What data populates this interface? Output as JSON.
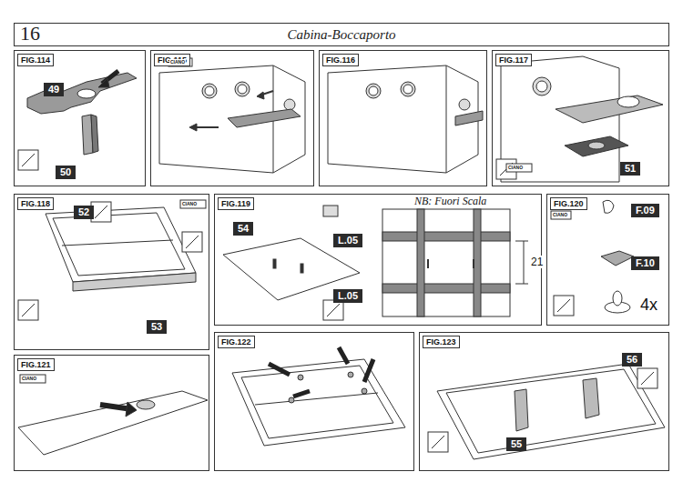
{
  "diagram": {
    "nodes": [
      {
        "text": [
          "16",
          "Cabina-Boccaporto"
        ]
      },
      {
        "text": [
          "FIG.114"
        ]
      },
      {
        "text": [
          "49"
        ],
        "in": 1
      },
      {
        "text": [
          "50"
        ],
        "in": 1
      },
      {
        "text": [
          "FIG.115"
        ]
      },
      {
        "text": [
          "FIG.116"
        ]
      },
      {
        "text": [
          "FIG.117"
        ]
      },
      {
        "text": [
          "51"
        ],
        "in": 6
      },
      {
        "text": [
          "FIG.118"
        ]
      },
      {
        "text": [
          "52"
        ],
        "in": 8
      },
      {
        "text": [
          "53"
        ],
        "in": 8
      },
      {
        "text": [
          "FIG.119"
        ]
      },
      {
        "text": [
          "54"
        ],
        "in": 11
      },
      {
        "text": [
          "L.05"
        ],
        "in": 11
      },
      {
        "text": [
          "L.05"
        ],
        "in": 11
      },
      {
        "text": [
          "FIG.120"
        ]
      },
      {
        "text": [
          "F.09"
        ],
        "in": 15
      },
      {
        "text": [
          "F.10"
        ],
        "in": 15
      },
      {
        "text": [
          "FIG.121"
        ]
      },
      {
        "text": [
          "FIG.122"
        ]
      },
      {
        "text": [
          "FIG.123"
        ]
      },
      {
        "text": [
          "56"
        ],
        "in": 20
      },
      {
        "text": [
          "55"
        ],
        "in": 20
      }
    ],
    "labels": [
      "CIANO",
      "CIANO",
      "CIANO",
      "CIANO",
      "CIANO",
      "NB: Fuori Scala",
      "21",
      "4x"
    ]
  }
}
